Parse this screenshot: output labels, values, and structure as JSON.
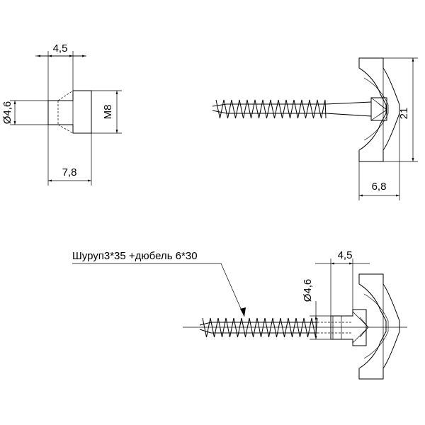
{
  "dimensions": {
    "top_left_width": "4,5",
    "top_left_diameter": "Ø4,6",
    "top_left_thread": "M8",
    "top_left_length": "7,8",
    "top_right_height": "21",
    "top_right_width": "6,8",
    "bottom_width": "4,5",
    "bottom_diameter": "Ø4,6"
  },
  "note": "Шуруп3*35 +дюбель 6*30"
}
